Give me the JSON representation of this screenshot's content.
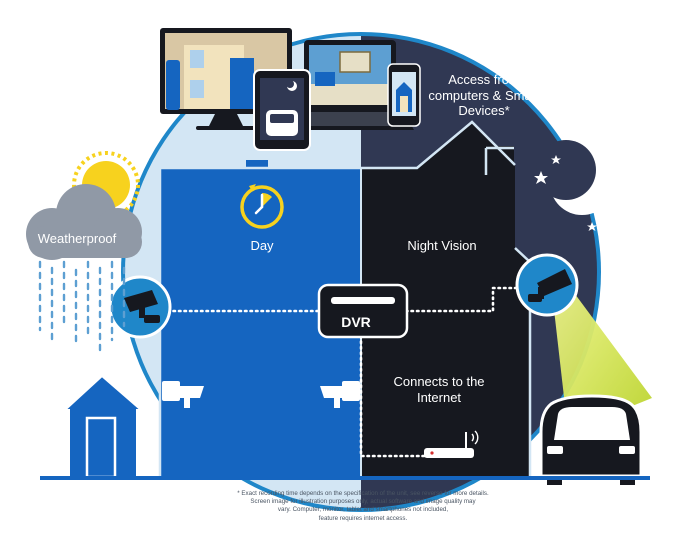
{
  "labels": {
    "access": "Access from computers & Smart Devices*",
    "day": "Day",
    "night_vision": "Night Vision",
    "dvr": "DVR",
    "connects": "Connects to the Internet",
    "weatherproof": "Weatherproof"
  },
  "footnote": [
    "* Exact recording time depends on the specification of the unit, see reverse for more details.",
    "Screen image for illustration purposes only, actual software and image quality may",
    "vary. Computer, monitor, tablet and smartphones not included,",
    "feature requires internet access."
  ],
  "colors": {
    "day_house": "#1565c0",
    "night_house": "#16181f",
    "night_sky": "#303853",
    "day_sky": "#d3e6f4",
    "ring": "#1f87c9",
    "sun": "#f7d21e",
    "cloud": "#9099a6",
    "rain": "#5d9fd2",
    "light_beam": "#d4e845"
  },
  "icons": [
    "sun-icon",
    "cloud-icon",
    "moon-icon",
    "star-icon",
    "clock-icon",
    "camera-icon",
    "router-icon",
    "car-icon",
    "shed-icon",
    "monitor-icon",
    "tablet-icon",
    "laptop-icon",
    "phone-icon"
  ]
}
